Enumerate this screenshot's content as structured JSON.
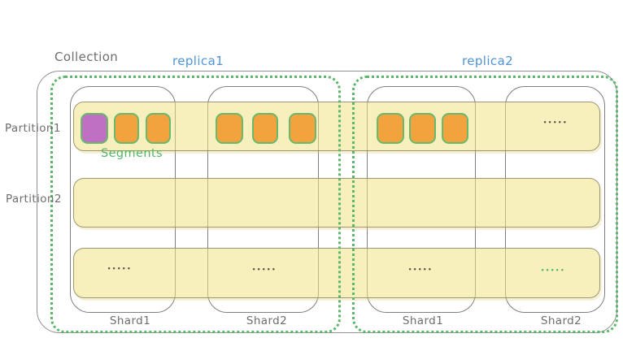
{
  "diagram": {
    "collection_label": "Collection",
    "segments_label": "Segments",
    "partition_labels": [
      "Partition1",
      "Partition2"
    ],
    "ellipsis": "•••••",
    "replicas": [
      {
        "label": "replica1",
        "shards": [
          {
            "label": "Shard1"
          },
          {
            "label": "Shard2"
          }
        ]
      },
      {
        "label": "replica2",
        "shards": [
          {
            "label": "Shard1"
          },
          {
            "label": "Shard2"
          }
        ]
      }
    ],
    "segments": {
      "replica1_shard1": [
        "purple",
        "orange",
        "orange"
      ],
      "replica1_shard2": [
        "orange",
        "orange",
        "orange"
      ],
      "replica2_shard1": [
        "orange",
        "orange",
        "orange"
      ],
      "replica2_shard2": [
        "ellipsis"
      ]
    },
    "colors": {
      "segment_orange": "#f2a33e",
      "segment_purple": "#bf70c3",
      "segment_border_green": "#68b96e",
      "replica_border_green": "#5cb76a",
      "partition_band_yellow": "#f7f0c2",
      "label_blue": "#4e94d8",
      "label_gray": "#6e6e6e",
      "label_green": "#53b467"
    }
  }
}
